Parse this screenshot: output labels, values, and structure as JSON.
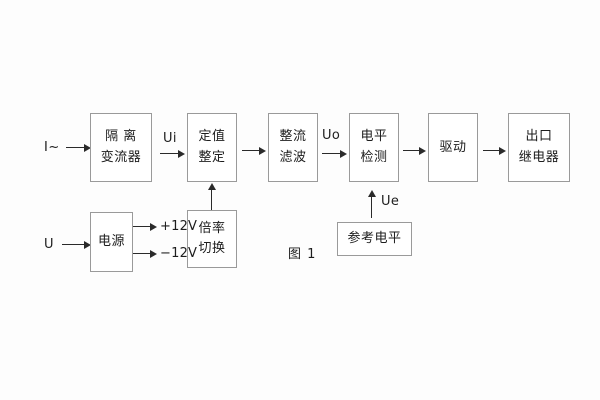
{
  "figure": {
    "caption": "图 1",
    "background": "#fdfdfd",
    "box_border_color": "#9a9a9a",
    "line_color": "#2a2a2a",
    "text_color": "#1d1d1d"
  },
  "inputs": [
    {
      "id": "current-input",
      "label": "I~"
    },
    {
      "id": "voltage-input",
      "label": "U"
    }
  ],
  "blocks": [
    {
      "id": "isolation-transformer",
      "lines": [
        "隔 离",
        "变流器"
      ]
    },
    {
      "id": "setting-value",
      "lines": [
        "定值",
        "整定"
      ]
    },
    {
      "id": "rectify-filter",
      "lines": [
        "整流",
        "滤波"
      ]
    },
    {
      "id": "level-detection",
      "lines": [
        "电平",
        "检测"
      ]
    },
    {
      "id": "drive",
      "lines": [
        "驱动"
      ]
    },
    {
      "id": "output-relay",
      "lines": [
        "出口",
        "继电器"
      ]
    },
    {
      "id": "power-supply",
      "lines": [
        "电源"
      ]
    },
    {
      "id": "ratio-switch",
      "lines": [
        "倍率",
        "切换"
      ]
    },
    {
      "id": "reference-level",
      "lines": [
        "参考电平"
      ]
    }
  ],
  "signals": [
    {
      "id": "ui-signal",
      "label": "Ui"
    },
    {
      "id": "uo-signal",
      "label": "Uo"
    },
    {
      "id": "ue-signal",
      "label": "Ue"
    }
  ],
  "power_rails": [
    {
      "id": "rail-positive",
      "label": "+12V"
    },
    {
      "id": "rail-negative",
      "label": "−12V"
    }
  ]
}
